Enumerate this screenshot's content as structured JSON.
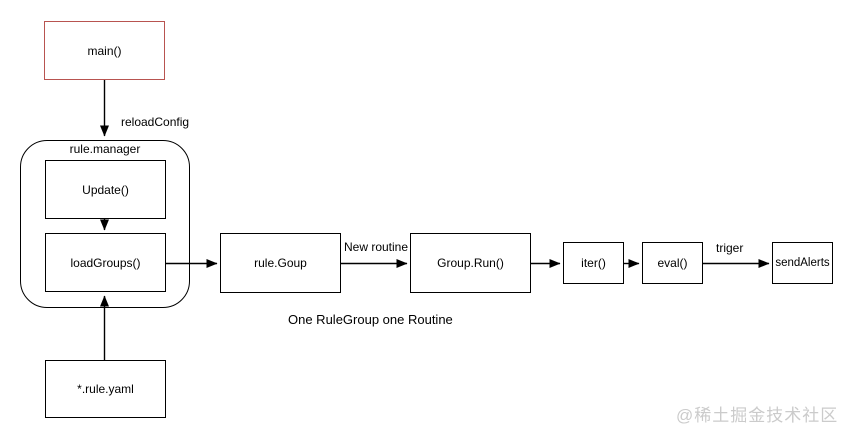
{
  "diagram": {
    "nodes": {
      "main": "main()",
      "rule_manager": "rule.manager",
      "update": "Update()",
      "load_groups": "loadGroups()",
      "rule_goup": "rule.Goup",
      "group_run": "Group.Run()",
      "iter": "iter()",
      "eval": "eval()",
      "send_alerts": "sendAlerts",
      "rule_yaml": "*.rule.yaml"
    },
    "edge_labels": {
      "reload_config": "reloadConfig",
      "new_routine": "New routine",
      "triger": "triger"
    },
    "caption": "One RuleGroup one Routine",
    "watermark": "@稀土掘金技术社区",
    "colors": {
      "main_box_border": "#b85450",
      "node_border": "#000000",
      "arrow": "#000000",
      "watermark_text": "#cbcbcb",
      "background": "#ffffff"
    }
  }
}
